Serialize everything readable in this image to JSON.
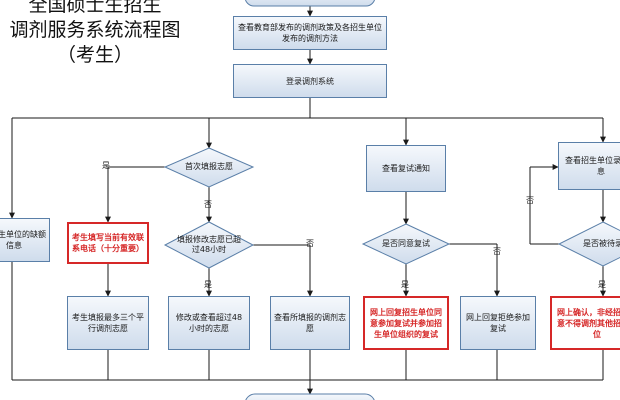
{
  "title": {
    "line1": "全国硕士生招生",
    "line2": "调剂服务系统流程图",
    "line3": "（考生）"
  },
  "nodes": {
    "view_policy": "查看教育部发布的调剂政策及各招生单位发布的调剂方法",
    "login": "登录调剂系统",
    "first_fill": "首次填报志愿",
    "view_vacancy": "各招生单位的缺额信息",
    "fill_contact": "考生填写当前有效联系电话（十分重要）",
    "fill_parallel": "考生填报最多三个平行调剂志愿",
    "modify_check": "填报修改志愿已超过48小时",
    "modify_over48": "修改或查看超过48小时的志愿",
    "view_filled": "查看所填报的调剂志愿",
    "view_retest": "查看复试通知",
    "agree_retest": "是否同意复试",
    "reply_agree": "网上回复招生单位同意参加复试并参加招生单位组织的复试",
    "reply_refuse": "网上回复拒绝参加复试",
    "view_admission": "查看招生单位录取信息",
    "wait_list": "是否被待录",
    "confirm_admission": "网上确认，非经招生同意不得调剂其他招生单位"
  },
  "labels": {
    "yes": "是",
    "no": "否"
  }
}
